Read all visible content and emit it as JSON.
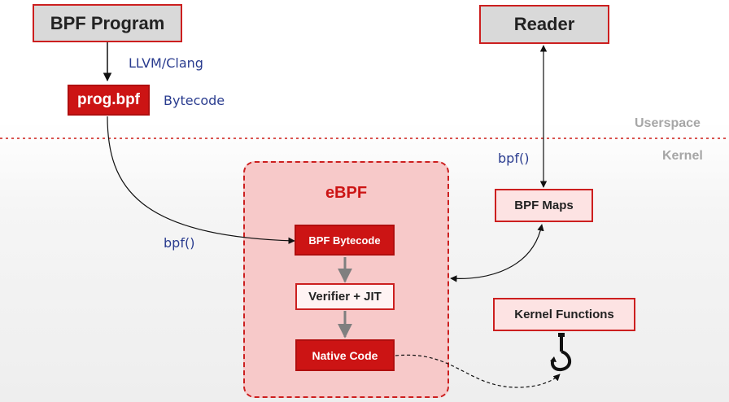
{
  "nodes": {
    "bpf_program": "BPF Program",
    "reader": "Reader",
    "prog_bpf": "prog.bpf",
    "ebpf": "eBPF",
    "bpf_bytecode": "BPF Bytecode",
    "verifier_jit": "Verifier + JIT",
    "native_code": "Native Code",
    "bpf_maps": "BPF Maps",
    "kernel_functions": "Kernel Functions"
  },
  "edge_labels": {
    "llvm_clang": "LLVM/Clang",
    "bytecode": "Bytecode",
    "bpf_call_left": "bpf()",
    "bpf_call_right": "bpf()"
  },
  "regions": {
    "userspace": "Userspace",
    "kernel": "Kernel"
  },
  "colors": {
    "accent_red": "#cc1414",
    "border_red": "#cc1f1f",
    "label_blue": "#2a3c8f",
    "region_gray": "#a6a6a6",
    "arrow_gray": "#7f7f7f"
  },
  "icons": {
    "hook": "kernel-hook-icon"
  }
}
